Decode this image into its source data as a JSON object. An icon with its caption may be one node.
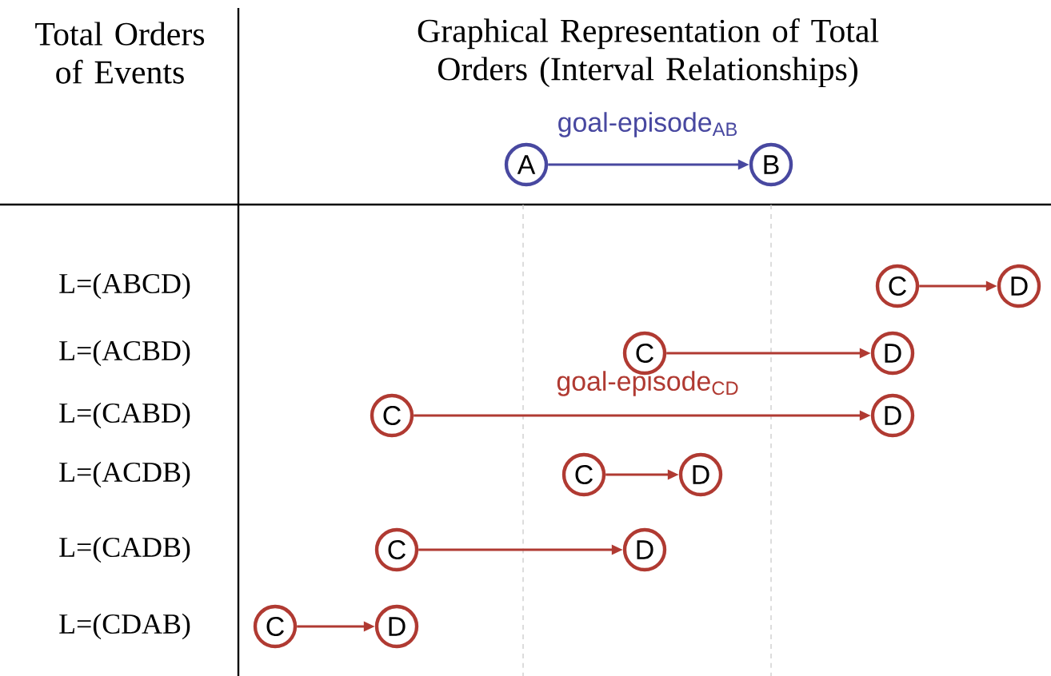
{
  "diagram": {
    "nodes": [
      {
        "text": [
          "A"
        ]
      },
      {
        "text": [
          "B"
        ]
      },
      {
        "text": [
          "C"
        ]
      },
      {
        "text": [
          "D"
        ]
      },
      {
        "text": [
          "C"
        ]
      },
      {
        "text": [
          "D"
        ]
      },
      {
        "text": [
          "C"
        ]
      },
      {
        "text": [
          "D"
        ]
      },
      {
        "text": [
          "C"
        ]
      },
      {
        "text": [
          "D"
        ]
      },
      {
        "text": [
          "C"
        ]
      },
      {
        "text": [
          "D"
        ]
      },
      {
        "text": [
          "C"
        ]
      },
      {
        "text": [
          "D"
        ]
      }
    ],
    "edges": [
      {
        "from": 0,
        "to": 1,
        "arrow": "to",
        "label": "goal-episode$_{AB}$",
        "color": "#4848a0"
      },
      {
        "from": 2,
        "to": 3,
        "arrow": "to"
      },
      {
        "from": 4,
        "to": 5,
        "arrow": "to"
      },
      {
        "from": 6,
        "to": 7,
        "arrow": "to",
        "label": "goal-episode$_{CD}$"
      },
      {
        "from": 8,
        "to": 9,
        "arrow": "to"
      },
      {
        "from": 10,
        "to": 11,
        "arrow": "to"
      },
      {
        "from": 12,
        "to": 13,
        "arrow": "to"
      }
    ],
    "labels": [
      "Total Orders of Events",
      "Graphical Representation of Total Orders (Interval Relationships)",
      "L=(ABCD)",
      "L=(ACBD)",
      "L=(CABD)",
      "L=(ACDB)",
      "L=(CADB)",
      "L=(CDAB)"
    ]
  }
}
